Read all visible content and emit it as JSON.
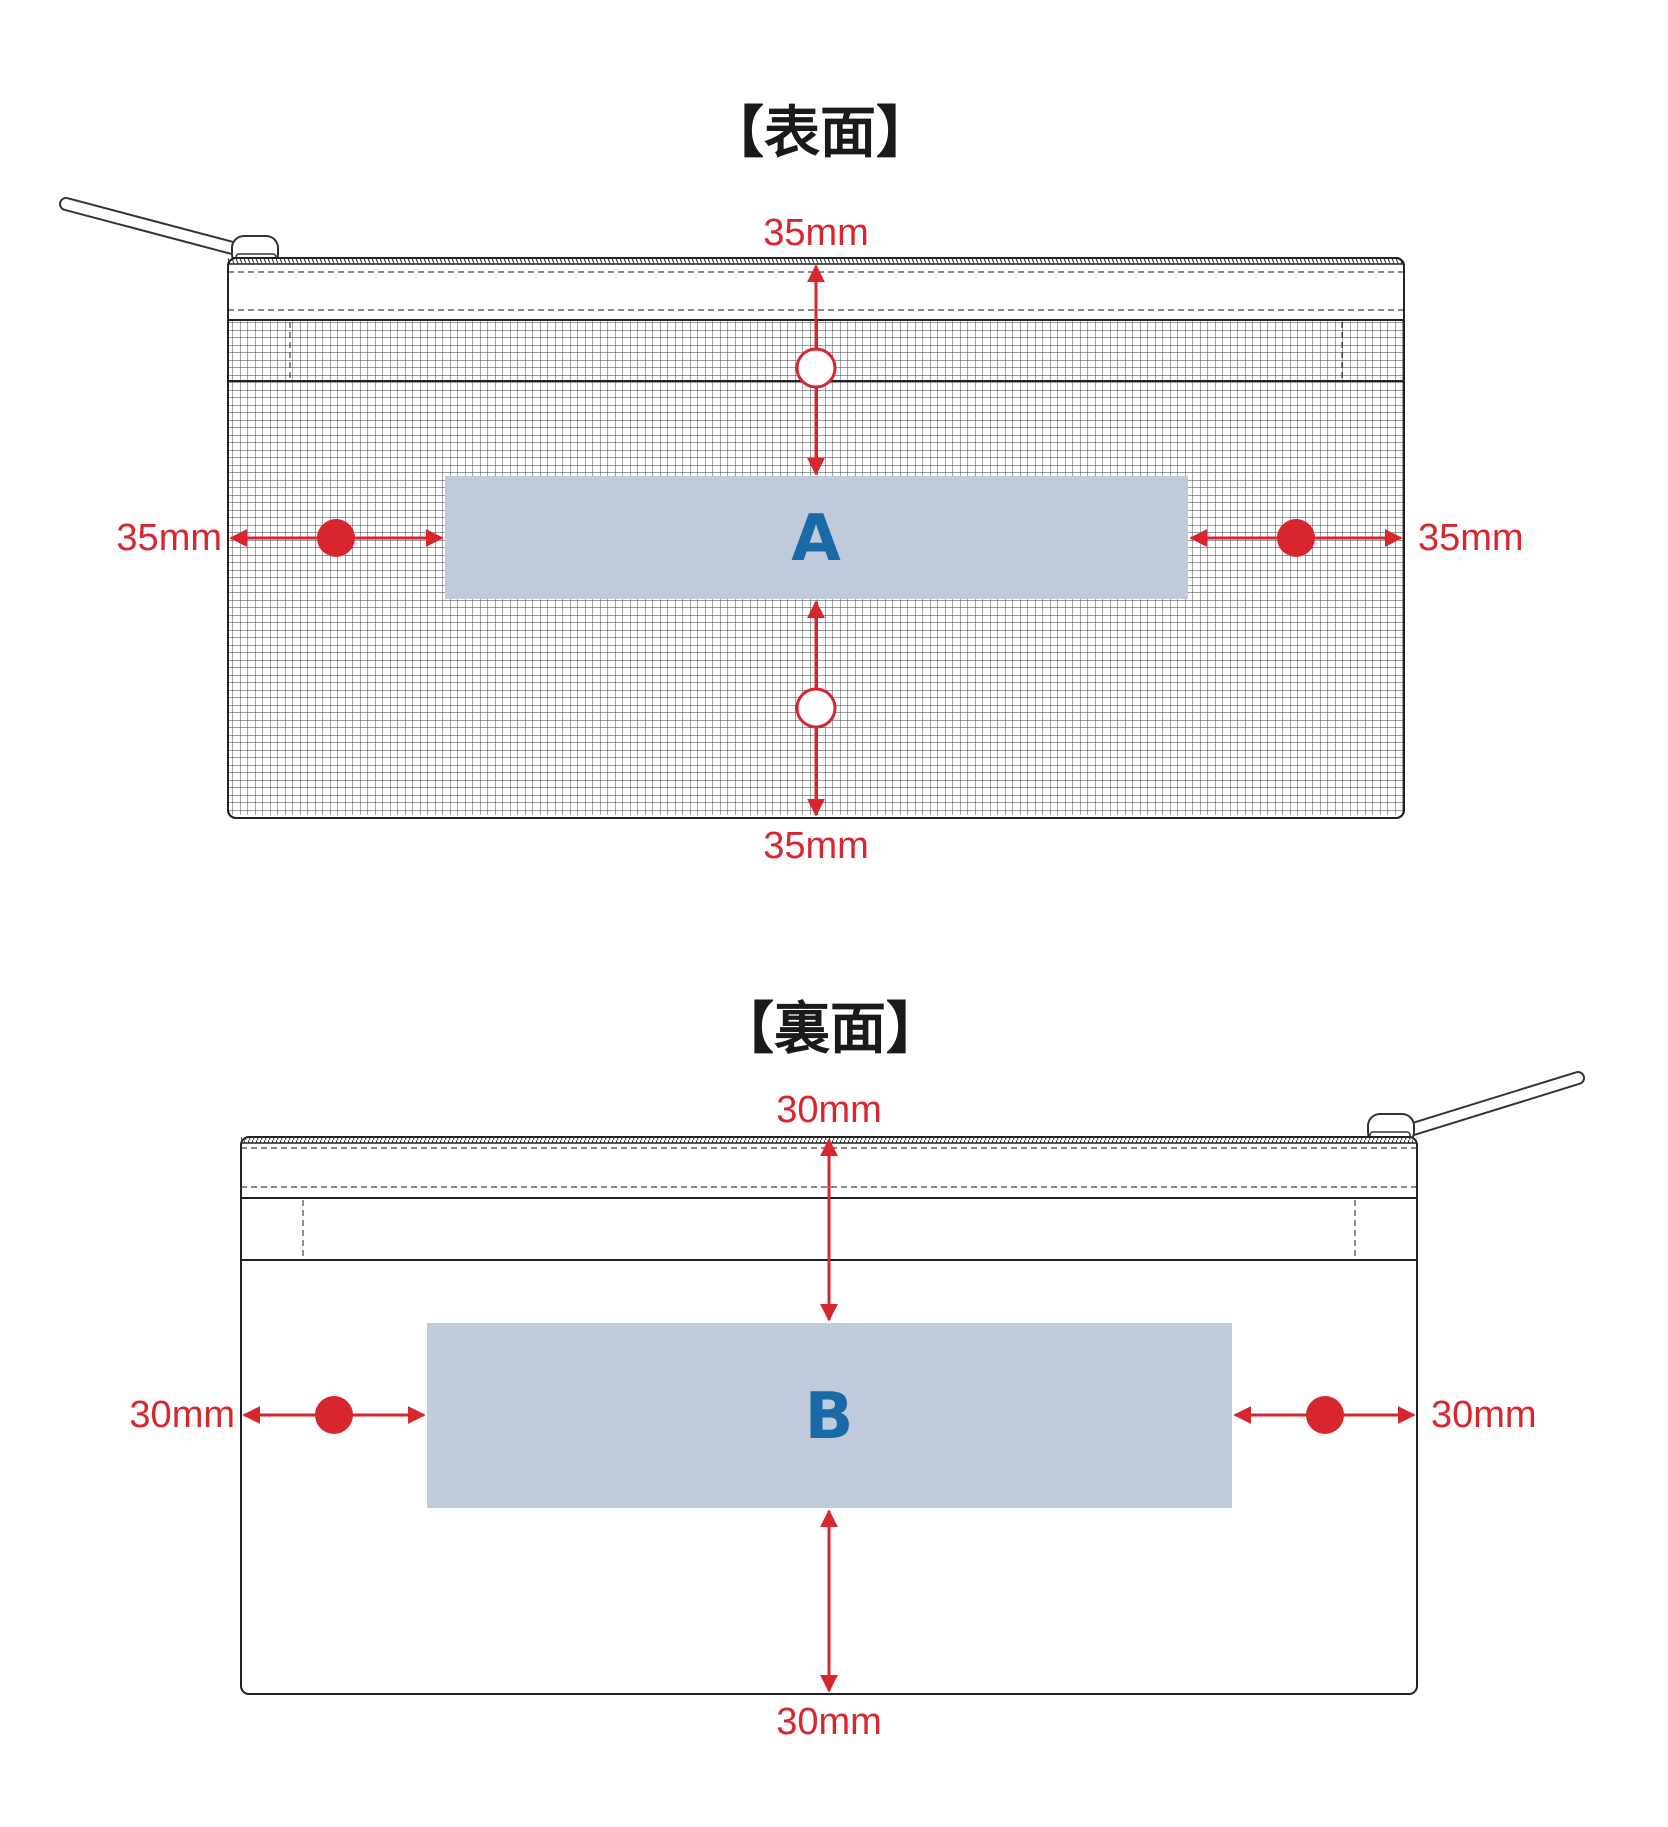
{
  "colors": {
    "dimension": "#d8262e",
    "print_area_fill": "#bfcadb",
    "print_area_label": "#1a6aa8",
    "outline": "#222222",
    "title": "#1a1a1a"
  },
  "front": {
    "title": "【表面】",
    "area_label": "A",
    "dim_top": "35mm",
    "dim_bottom": "35mm",
    "dim_left": "35mm",
    "dim_right": "35mm",
    "surface": "mesh"
  },
  "back": {
    "title": "【裏面】",
    "area_label": "B",
    "dim_top": "30mm",
    "dim_bottom": "30mm",
    "dim_left": "30mm",
    "dim_right": "30mm",
    "surface": "plain"
  }
}
